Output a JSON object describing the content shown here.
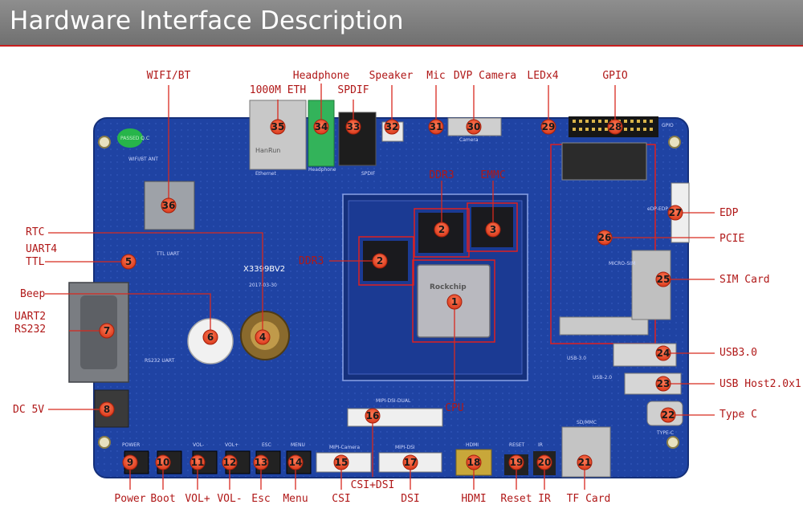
{
  "header": {
    "title": "Hardware Interface Description"
  },
  "colors": {
    "header_bg": "#7d7d7d",
    "accent": "#c81e1e",
    "pcb": "#1d3f9a",
    "marker": "#e24a2a",
    "label_text": "#b01818"
  },
  "board": {
    "silkscreen": {
      "model": "X3399BV2",
      "date": "2017-03-30",
      "wifi_ant": "WIFI/BT ANT",
      "rs232": "RS232 UART",
      "ttl_uart": "TTL UART",
      "gpio": "GPIO",
      "mipi_dual": "MIPI-DSI-DUAL",
      "mipi_camera": "MIPI-Camera",
      "mipi_dsi": "MIPI-DSI",
      "hdmi": "HDMI",
      "sd_mmc": "SD/MMC",
      "type_c": "TYPE-C",
      "usb3": "USB-3.0",
      "usb2": "USB-2.0",
      "micro_sim": "MICRO-SIM",
      "edp": "eDP-EDP",
      "headphone": "Headphone",
      "ethernet": "Ethernet",
      "spdif": "SPDIF",
      "camera": "Camera",
      "power": "POWER",
      "vol_plus": "VOL+",
      "vol_minus": "VOL-",
      "esc": "ESC",
      "menu": "MENU",
      "reset": "RESET",
      "ir": "IR",
      "cpu_brand": "Rockchip",
      "eth_brand": "HanRun",
      "pass_sticker": "PASSED Q.C"
    }
  },
  "callouts": [
    {
      "n": "1",
      "label": "CPU"
    },
    {
      "n": "2",
      "label": "DDR3"
    },
    {
      "n": "2",
      "label": "DDR3"
    },
    {
      "n": "3",
      "label": "EMMC"
    },
    {
      "n": "4",
      "label": "RTC"
    },
    {
      "n": "5",
      "label": "UART4 TTL"
    },
    {
      "n": "6",
      "label": "Beep"
    },
    {
      "n": "7",
      "label": "UART2 RS232"
    },
    {
      "n": "8",
      "label": "DC 5V"
    },
    {
      "n": "9",
      "label": "Power"
    },
    {
      "n": "10",
      "label": "Boot"
    },
    {
      "n": "11",
      "label": "VOL+"
    },
    {
      "n": "12",
      "label": "VOL-"
    },
    {
      "n": "13",
      "label": "Esc"
    },
    {
      "n": "14",
      "label": "Menu"
    },
    {
      "n": "15",
      "label": "CSI"
    },
    {
      "n": "16",
      "label": "CSI+DSI"
    },
    {
      "n": "17",
      "label": "DSI"
    },
    {
      "n": "18",
      "label": "HDMI"
    },
    {
      "n": "19",
      "label": "Reset"
    },
    {
      "n": "20",
      "label": "IR"
    },
    {
      "n": "21",
      "label": "TF Card"
    },
    {
      "n": "22",
      "label": "Type C"
    },
    {
      "n": "23",
      "label": "USB Host2.0x1"
    },
    {
      "n": "24",
      "label": "USB3.0"
    },
    {
      "n": "25",
      "label": "SIM Card"
    },
    {
      "n": "26",
      "label": "PCIE"
    },
    {
      "n": "27",
      "label": "EDP"
    },
    {
      "n": "28",
      "label": "GPIO"
    },
    {
      "n": "29",
      "label": "LEDx4"
    },
    {
      "n": "30",
      "label": "DVP Camera"
    },
    {
      "n": "31",
      "label": "Mic"
    },
    {
      "n": "32",
      "label": "Speaker"
    },
    {
      "n": "33",
      "label": "SPDIF"
    },
    {
      "n": "34",
      "label": "Headphone"
    },
    {
      "n": "35",
      "label": "1000M ETH"
    },
    {
      "n": "36",
      "label": "WIFI/BT"
    }
  ]
}
